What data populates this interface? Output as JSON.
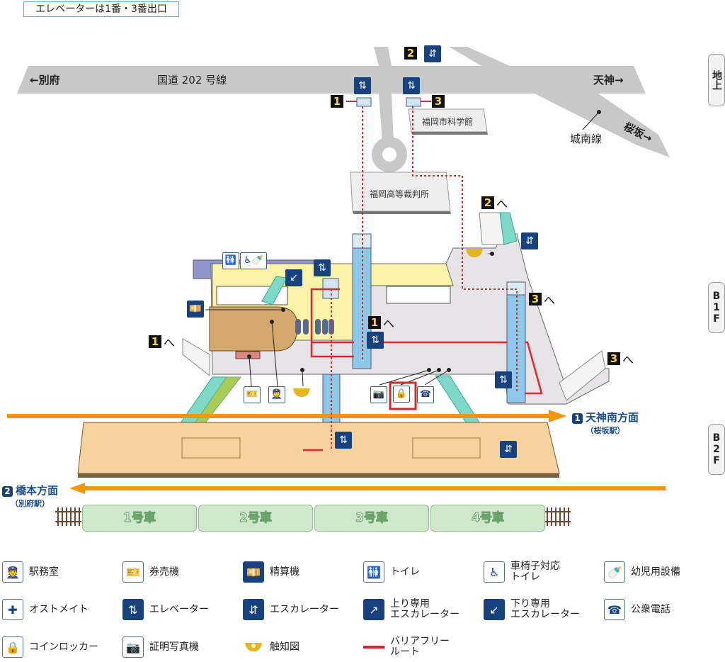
{
  "notice": "エレベーターは1番・3番出口",
  "floors": {
    "ground": "地上",
    "b1": "B1F",
    "b2": "B2F"
  },
  "roads": {
    "route202": "国道 202 号線",
    "to_beppu": "←別府",
    "to_tenjin": "天神→",
    "to_sakurazaka": "桜坂→",
    "jonan": "城南線"
  },
  "buildings": {
    "science_museum": "福岡市科学館",
    "high_court": "福岡高等裁判所"
  },
  "exits": {
    "e1": "1",
    "e2": "2",
    "e3": "3",
    "towards": "へ"
  },
  "directions": {
    "track1": {
      "num": "1",
      "label": "天神南方面",
      "sub": "（桜坂駅）"
    },
    "track2": {
      "num": "2",
      "label": "橋本方面",
      "sub": "（別府駅）"
    }
  },
  "train_cars": [
    "1号車",
    "2号車",
    "3号車",
    "4号車"
  ],
  "colors": {
    "road": "#c8c8c8",
    "concourse": "#e6e4e6",
    "paid_area": "#fbf3a8",
    "platform": "#f6d39e",
    "elevator_shaft": "#8ec8ea",
    "escalator": "#7fd9c8",
    "barrier_free_route": "#e0282e",
    "track_arrow": "#f0960f",
    "icon_blue": "#17427e",
    "exit_number": "#f4d54a"
  },
  "legend": [
    {
      "icon": "station-office-icon",
      "glyph": "👮",
      "style": "w",
      "label": "駅務室"
    },
    {
      "icon": "ticket-machine-icon",
      "glyph": "🎫",
      "style": "w",
      "label": "券売機"
    },
    {
      "icon": "fare-adjustment-icon",
      "glyph": "💴",
      "style": "b",
      "label": "精算機"
    },
    {
      "icon": "restroom-icon",
      "glyph": "🚻",
      "style": "w",
      "label": "トイレ"
    },
    {
      "icon": "wheelchair-icon",
      "glyph": "♿",
      "style": "w",
      "label": "車椅子対応\nトイレ"
    },
    {
      "icon": "baby-facility-icon",
      "glyph": "🍼",
      "style": "w",
      "label": "幼児用設備"
    },
    {
      "icon": "ostomate-icon",
      "glyph": "✚",
      "style": "w",
      "label": "オストメイト"
    },
    {
      "icon": "elevator-icon",
      "glyph": "⇅",
      "style": "b",
      "label": "エレベーター"
    },
    {
      "icon": "escalator-icon",
      "glyph": "⇵",
      "style": "b",
      "label": "エスカレーター"
    },
    {
      "icon": "up-escalator-icon",
      "glyph": "↗",
      "style": "b",
      "label": "上り専用\nエスカレーター"
    },
    {
      "icon": "down-escalator-icon",
      "glyph": "↙",
      "style": "b",
      "label": "下り専用\nエスカレーター"
    },
    {
      "icon": "public-phone-icon",
      "glyph": "☎",
      "style": "w",
      "label": "公衆電話"
    },
    {
      "icon": "coin-locker-icon",
      "glyph": "🔒",
      "style": "w",
      "label": "コインロッカー"
    },
    {
      "icon": "photo-booth-icon",
      "glyph": "📷",
      "style": "w",
      "label": "証明写真機"
    },
    {
      "icon": "tactile-map-icon",
      "glyph": "",
      "style": "tactile",
      "label": "触知図"
    },
    {
      "icon": "barrier-free-route-icon",
      "glyph": "",
      "style": "line",
      "label": "バリアフリー\nルート"
    }
  ]
}
